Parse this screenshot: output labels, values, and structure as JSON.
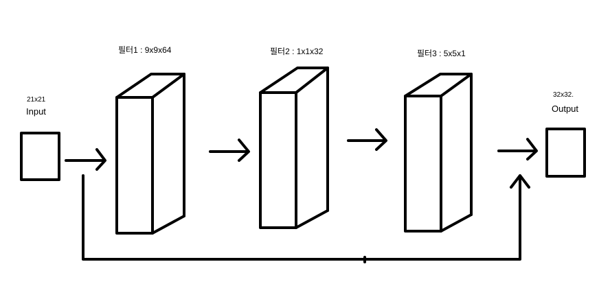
{
  "input": {
    "size": "21x21",
    "label": "Input"
  },
  "output": {
    "size": "32x32.",
    "label": "Output"
  },
  "filters": [
    {
      "label": "필터1 : 9x9x64"
    },
    {
      "label": "필터2 : 1x1x32"
    },
    {
      "label": "필터3 : 5x5x1"
    }
  ],
  "colors": {
    "stroke": "#000000",
    "background": "#ffffff"
  }
}
